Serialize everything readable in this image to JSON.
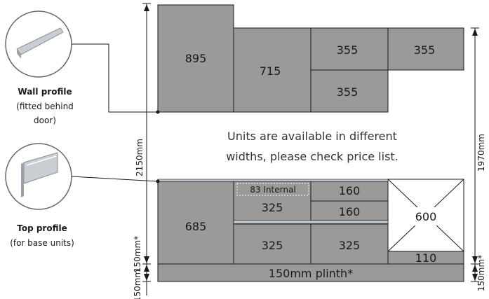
{
  "wall_units": {
    "unit_a": "895",
    "unit_b": "715",
    "unit_c_top": "355",
    "unit_d": "355",
    "unit_c_bottom": "355"
  },
  "base_units": {
    "unit_a": "685",
    "internal_label": "83 Internal",
    "unit_b_top": "325",
    "unit_b_bottom": "325",
    "unit_c_top": "160",
    "unit_c_middle": "160",
    "unit_c_bottom": "325",
    "corner_unit": "600",
    "corner_plinth": "110"
  },
  "plinth_label": "150mm plinth*",
  "note": {
    "line1": "Units are available in different",
    "line2": "widths, please check price list."
  },
  "dimensions": {
    "overall_height": "2150mm",
    "right_height": "1970mm",
    "left_plinth_above": "150mm*",
    "left_plinth_below": "150mm",
    "right_plinth": "150mm*"
  },
  "profiles": {
    "wall_title": "Wall profile",
    "wall_sub1": "(fitted behind",
    "wall_sub2": "door)",
    "top_title": "Top profile",
    "top_sub": "(for base units)"
  },
  "colors": {
    "unit_fill": "#9a9a9a",
    "line": "#1a1a1a",
    "profile_metal": "#c9ced3"
  }
}
